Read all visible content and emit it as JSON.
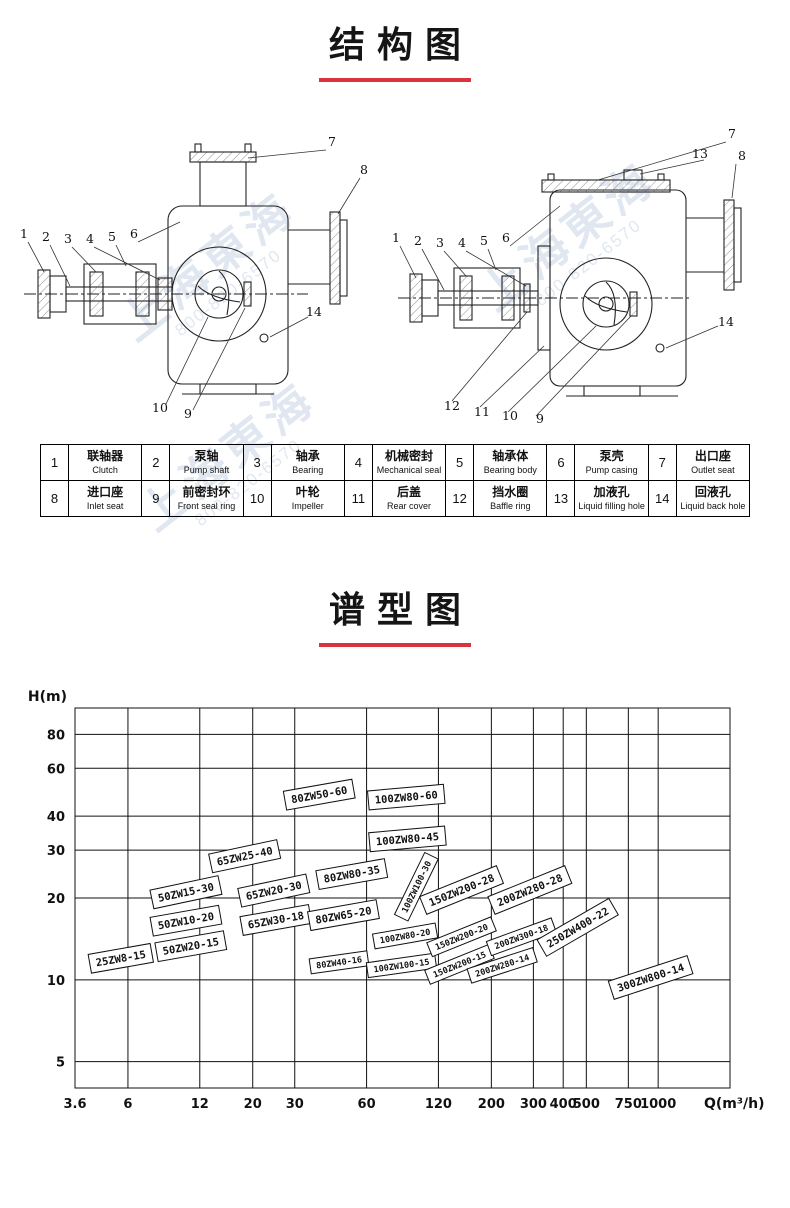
{
  "page": {
    "structure_title": "结构图",
    "selection_title": "谱型图",
    "watermark": {
      "name": "上海東海",
      "phone": "800-820-6570"
    }
  },
  "colors": {
    "accent_red": "#d9343d",
    "watermark_blue": "#7092c0",
    "line_black": "#111111"
  },
  "parts_table": {
    "rows": [
      [
        {
          "no": "1",
          "zh": "联轴器",
          "en": "Clutch"
        },
        {
          "no": "2",
          "zh": "泵轴",
          "en": "Pump shaft"
        },
        {
          "no": "3",
          "zh": "轴承",
          "en": "Bearing"
        },
        {
          "no": "4",
          "zh": "机械密封",
          "en": "Mechanical seal"
        },
        {
          "no": "5",
          "zh": "轴承体",
          "en": "Bearing body"
        },
        {
          "no": "6",
          "zh": "泵壳",
          "en": "Pump casing"
        },
        {
          "no": "7",
          "zh": "出口座",
          "en": "Outlet seat"
        }
      ],
      [
        {
          "no": "8",
          "zh": "进口座",
          "en": "Inlet seat"
        },
        {
          "no": "9",
          "zh": "前密封环",
          "en": "Front seal ring"
        },
        {
          "no": "10",
          "zh": "叶轮",
          "en": "Impeller"
        },
        {
          "no": "11",
          "zh": "后盖",
          "en": "Rear cover"
        },
        {
          "no": "12",
          "zh": "挡水圈",
          "en": "Baffle ring"
        },
        {
          "no": "13",
          "zh": "加液孔",
          "en": "Liquid filling hole"
        },
        {
          "no": "14",
          "zh": "回液孔",
          "en": "Liquid back hole"
        }
      ]
    ]
  },
  "diagram_left": {
    "callouts": [
      "1",
      "2",
      "3",
      "4",
      "5",
      "6",
      "7",
      "8",
      "9",
      "10",
      "14"
    ]
  },
  "diagram_right": {
    "callouts": [
      "1",
      "2",
      "3",
      "4",
      "5",
      "6",
      "7",
      "8",
      "9",
      "10",
      "11",
      "12",
      "13",
      "14"
    ]
  },
  "chart_data": {
    "type": "scatter",
    "style": "pump-selection-range-boxes",
    "title": "谱型图",
    "xlabel": "Q(m³/h)",
    "ylabel": "H(m)",
    "scale": "log-log",
    "grid": true,
    "x_ticks": [
      "3.6",
      "6",
      "12",
      "20",
      "30",
      "60",
      "120",
      "200",
      "300",
      "400",
      "500",
      "750",
      "1000"
    ],
    "x_tick_values": [
      3.6,
      6,
      12,
      20,
      30,
      60,
      120,
      200,
      300,
      400,
      500,
      750,
      1000
    ],
    "y_ticks": [
      80,
      60,
      40,
      30,
      20,
      10,
      5
    ],
    "x_range": [
      3.6,
      2000
    ],
    "y_range": [
      4,
      100
    ],
    "models": [
      {
        "label": "25ZW8-15",
        "q": 5.6,
        "h": 12,
        "angle": -10
      },
      {
        "label": "50ZW15-30",
        "q": 10.5,
        "h": 21,
        "angle": -12
      },
      {
        "label": "50ZW10-20",
        "q": 10.5,
        "h": 16.5,
        "angle": -10
      },
      {
        "label": "50ZW20-15",
        "q": 11,
        "h": 13.3,
        "angle": -10
      },
      {
        "label": "65ZW25-40",
        "q": 18.5,
        "h": 28.5,
        "angle": -12
      },
      {
        "label": "65ZW20-30",
        "q": 24.5,
        "h": 21.3,
        "angle": -12
      },
      {
        "label": "65ZW30-18",
        "q": 25,
        "h": 16.6,
        "angle": -10
      },
      {
        "label": "80ZW50-60",
        "q": 38,
        "h": 48,
        "angle": -10
      },
      {
        "label": "80ZW80-35",
        "q": 52,
        "h": 24.5,
        "angle": -10
      },
      {
        "label": "80ZW65-20",
        "q": 48,
        "h": 17.3,
        "angle": -10
      },
      {
        "label": "80ZW40-16",
        "q": 46,
        "h": 11.6,
        "angle": -8,
        "small": true
      },
      {
        "label": "100ZW80-60",
        "q": 88,
        "h": 47,
        "angle": -5
      },
      {
        "label": "100ZW80-45",
        "q": 89,
        "h": 33,
        "angle": -5
      },
      {
        "label": "100ZW100-30",
        "q": 97,
        "h": 22,
        "angle": -64,
        "small": true
      },
      {
        "label": "100ZW80-20",
        "q": 87,
        "h": 14.5,
        "angle": -10,
        "small": true
      },
      {
        "label": "100ZW100-15",
        "q": 84,
        "h": 11.3,
        "angle": -8,
        "small": true
      },
      {
        "label": "150ZW200-28",
        "q": 150,
        "h": 21.4,
        "angle": -22
      },
      {
        "label": "150ZW200-20",
        "q": 150,
        "h": 14.4,
        "angle": -22,
        "small": true
      },
      {
        "label": "150ZW200-15",
        "q": 147,
        "h": 11.4,
        "angle": -22,
        "small": true
      },
      {
        "label": "200ZW280-28",
        "q": 290,
        "h": 21.4,
        "angle": -22
      },
      {
        "label": "200ZW300-18",
        "q": 267,
        "h": 14.4,
        "angle": -20,
        "small": true
      },
      {
        "label": "200ZW280-14",
        "q": 222,
        "h": 11.3,
        "angle": -18,
        "small": true
      },
      {
        "label": "250ZW400-22",
        "q": 460,
        "h": 15.6,
        "angle": -30
      },
      {
        "label": "300ZW800-14",
        "q": 930,
        "h": 10.2,
        "angle": -18
      }
    ]
  }
}
